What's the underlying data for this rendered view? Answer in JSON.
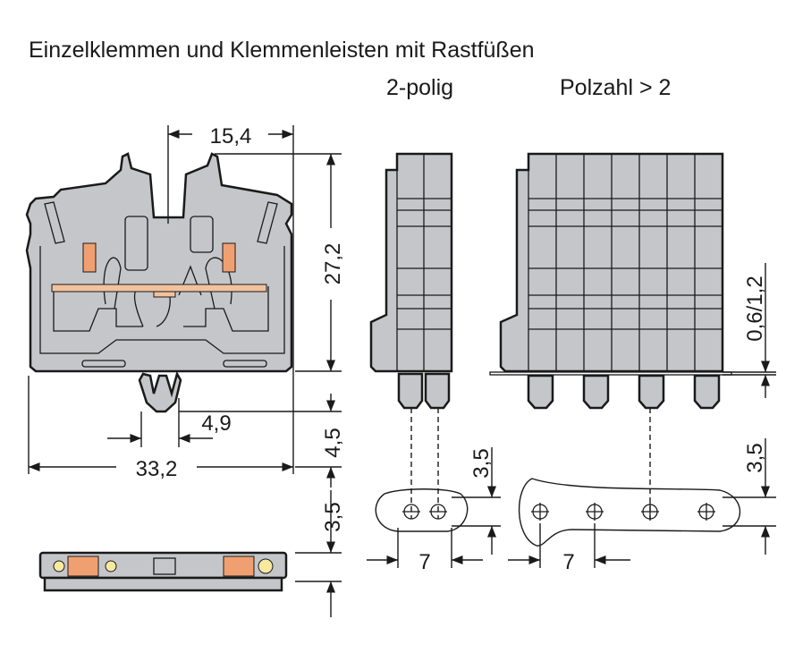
{
  "title": "Einzelklemmen und Klemmenleisten mit Rastfüßen",
  "labels": {
    "two_pole": "2-polig",
    "multi_pole": "Polzahl > 2"
  },
  "dimensions": {
    "width_half": "15,4",
    "height": "27,2",
    "foot_width": "4,9",
    "foot_height": "4,5",
    "total_width": "33,2",
    "bottom_thickness": "3,5",
    "offset_2pole": "3,5",
    "pitch_2pole": "7",
    "offset_multi": "3,5",
    "pitch_multi": "7",
    "rail_thickness": "0,6/1,2"
  },
  "colors": {
    "housing": "#c5c6ca",
    "accent": "#f0a070",
    "line": "#1a1a1a"
  }
}
